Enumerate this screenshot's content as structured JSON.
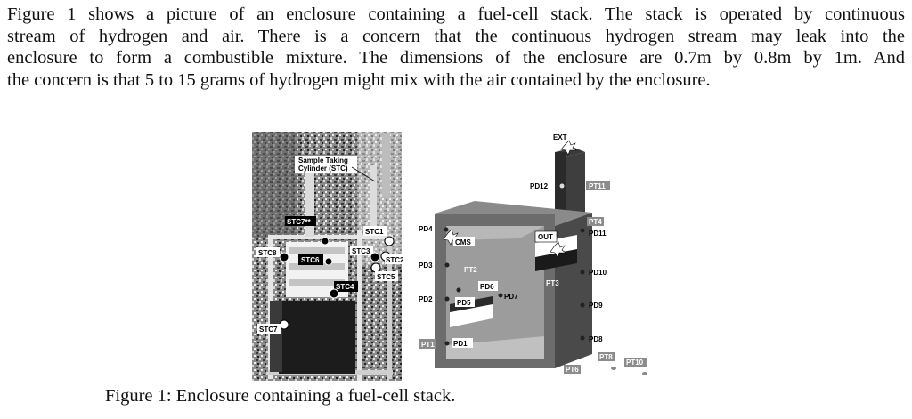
{
  "paragraph": {
    "lines": [
      "Figure 1 shows a picture of an enclosure containing a fuel-cell stack. The stack is operated by continuous",
      "stream of hydrogen and air. There is a concern that the continuous hydrogen stream may leak into the",
      "enclosure to form a combustible mixture. The dimensions of the enclosure are 0.7m by 0.8m by 1m. And",
      "the concern is that 5 to 15 grams of hydrogen might mix with the air contained by the enclosure."
    ]
  },
  "figure": {
    "photo_labels": {
      "stc_callout_1": "Sample Taking",
      "stc_callout_2": "Cylinder (STC)",
      "stc7star": "STC7**",
      "stc1": "STC1",
      "stc8": "STC8",
      "stc6": "STC6",
      "stc3": "STC3",
      "stc2": "STC2",
      "stc5": "STC5",
      "stc4": "STC4",
      "stc7": "STC7"
    },
    "diagram_labels": {
      "ext": "EXT",
      "pd12": "PD12",
      "pt11": "PT11",
      "pt4": "PT4",
      "pd11": "PD11",
      "pd4": "PD4",
      "cms": "CMS",
      "out": "OUT",
      "pd3": "PD3",
      "pt2": "PT2",
      "pd10": "PD10",
      "pd6": "PD6",
      "pt3": "PT3",
      "pd2": "PD2",
      "pd5": "PD5",
      "pd7": "PD7",
      "pd9": "PD9",
      "pd8": "PD8",
      "pt1": "PT1",
      "pd1": "PD1",
      "pt8": "PT8",
      "pt10": "PT10",
      "pt6": "PT6"
    }
  },
  "caption": "Figure 1: Enclosure containing a fuel-cell stack."
}
